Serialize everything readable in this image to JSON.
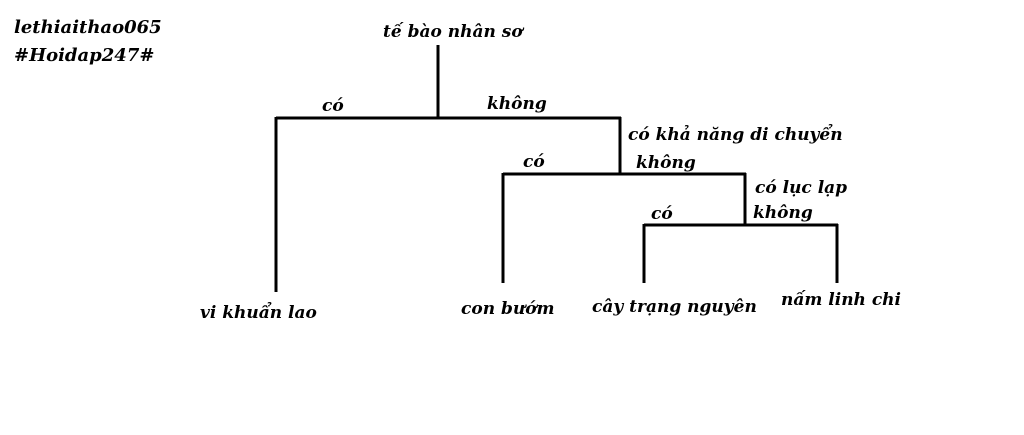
{
  "watermark": {
    "line1": "lethiaithao065",
    "line2": "#Hoidap247#"
  },
  "tree": {
    "root": "tế bào nhân sơ",
    "question1": "có khả năng di chuyển",
    "question2": "có lục lạp",
    "leaves": {
      "vi_khuan_lao": "vi khuẩn lao",
      "con_buom": "con bướm",
      "cay_trang_nguyen": "cây trạng nguyên",
      "nam_linh_chi": "nấm linh chi"
    },
    "branches": {
      "level1_yes": "có",
      "level1_no": "không",
      "level2_yes": "có",
      "level2_no": "không",
      "level3_yes": "có",
      "level3_no": "không"
    }
  }
}
